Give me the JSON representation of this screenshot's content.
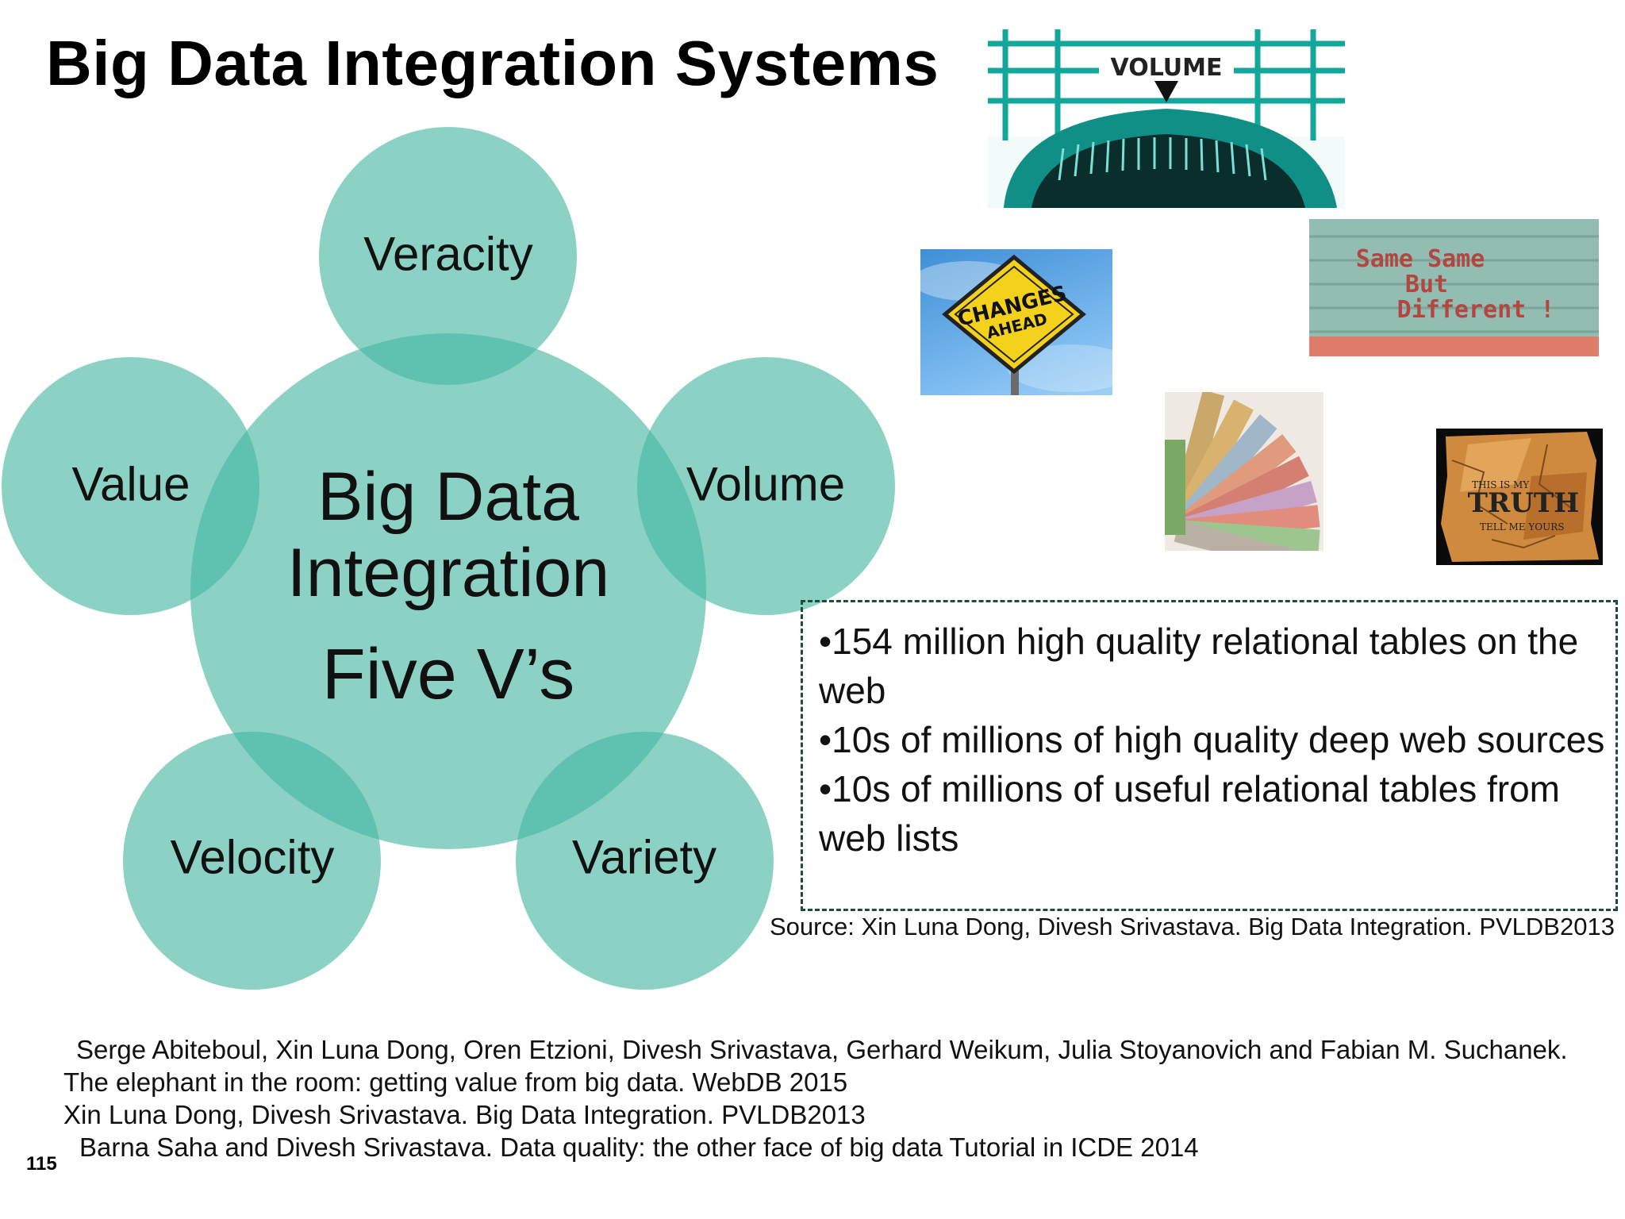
{
  "title": "Big Data Integration Systems",
  "diagram": {
    "center_line1": "Big Data",
    "center_line2": "Integration",
    "center_line3": "Five V’s",
    "v_labels": {
      "top": "Veracity",
      "left": "Value",
      "right": "Volume",
      "bottom_left": "Velocity",
      "bottom_right": "Variety"
    }
  },
  "images": {
    "volume_sign": "VOLUME",
    "changes_sign_line1": "CHANGES",
    "changes_sign_line2": "AHEAD",
    "same_line1": "Same Same",
    "same_line2": "But",
    "same_line3": "Different !",
    "truth_small1": "THIS IS MY",
    "truth_big": "TRUTH",
    "truth_small2": "TELL ME YOURS"
  },
  "info_box": {
    "lines": [
      "•154 million high quality relational tables on the web",
      "•10s of millions of high quality deep web sources",
      "•10s of millions of useful relational tables from web lists"
    ]
  },
  "source": "Source: Xin Luna Dong, Divesh Srivastava. Big Data Integration. PVLDB2013",
  "references": [
    "Serge Abiteboul, Xin Luna Dong, Oren Etzioni, Divesh Srivastava, Gerhard Weikum, Julia Stoyanovich and Fabian M. Suchanek.",
    "The elephant in the room: getting value from big data. WebDB 2015",
    "Xin Luna Dong, Divesh Srivastava. Big Data Integration. PVLDB2013",
    "Barna Saha and Divesh Srivastava. Data quality: the other face of big data Tutorial in ICDE 2014"
  ],
  "page_number": "115",
  "colors": {
    "circle_fill": "#43b6a1",
    "box_border": "#1e4d3a"
  }
}
